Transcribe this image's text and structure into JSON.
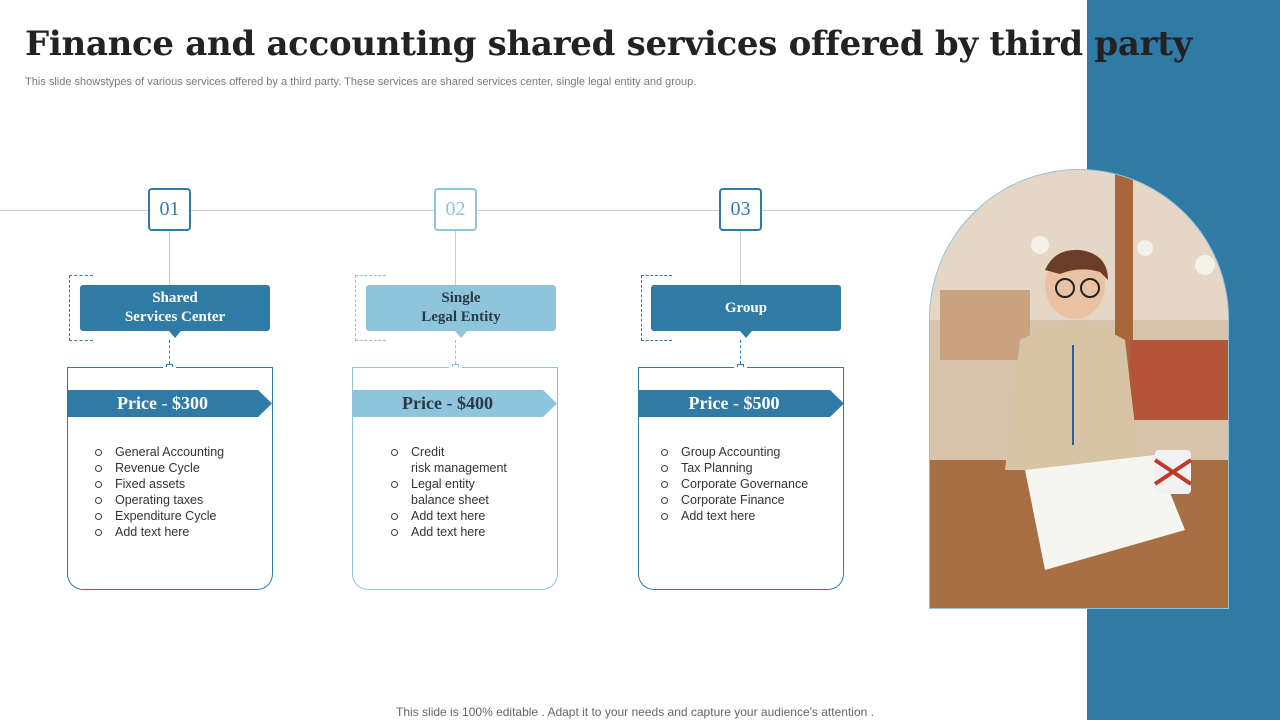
{
  "title": "Finance and accounting shared services offered by third party",
  "subtitle": "This slide showstypes of various services offered by a third party.  These services are shared services center, single legal entity and group.",
  "services": [
    {
      "number": "01",
      "heading": "Shared\nServices Center",
      "price": "Price - $300",
      "items": [
        "General Accounting",
        "Revenue  Cycle",
        "Fixed assets",
        "Operating taxes",
        "Expenditure Cycle",
        "Add text here"
      ]
    },
    {
      "number": "02",
      "heading": "Single\nLegal Entity",
      "price": "Price - $400",
      "items": [
        "Credit\nrisk management",
        "Legal entity\nbalance sheet",
        "Add text here",
        "Add text here"
      ]
    },
    {
      "number": "03",
      "heading": "Group",
      "price": "Price - $500",
      "items": [
        "Group Accounting",
        "Tax Planning",
        "Corporate  Governance",
        "Corporate  Finance",
        "Add text here"
      ]
    }
  ],
  "footer": "This slide is 100% editable . Adapt it to your needs and capture your audience's attention .",
  "colors": {
    "primary": "#2f7ba6",
    "light": "#8ec5dc"
  }
}
